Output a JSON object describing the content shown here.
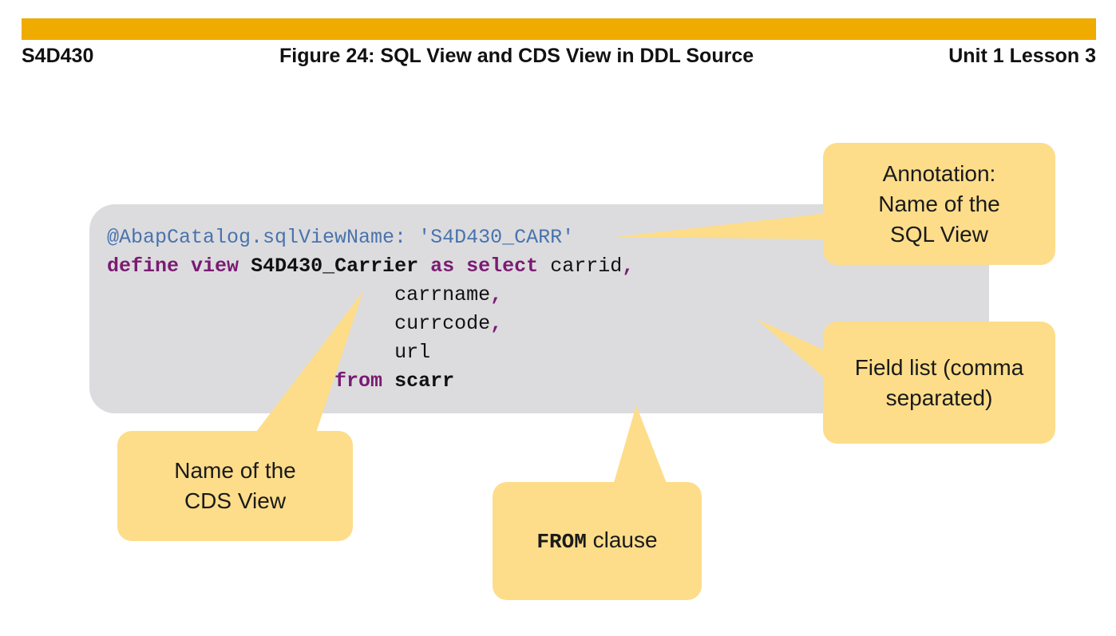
{
  "header": {
    "course": "S4D430",
    "figure_title": "Figure 24: SQL View and CDS View in DDL Source",
    "lesson": "Unit 1 Lesson 3"
  },
  "code": {
    "annotation": "@AbapCatalog.sqlViewName: 'S4D430_CARR'",
    "kw_define": "define",
    "kw_view": "view",
    "view_name": "S4D430_Carrier",
    "kw_as": "as",
    "kw_select": "select",
    "fields": [
      "carrid",
      "carrname",
      "currcode",
      "url"
    ],
    "comma": ",",
    "kw_from": "from",
    "table": "scarr"
  },
  "callouts": {
    "annotation": [
      "Annotation:",
      "Name of the",
      "SQL View"
    ],
    "field_list": [
      "Field list (comma",
      "separated)"
    ],
    "cds_name": [
      "Name of the",
      "CDS View"
    ],
    "from_keyword": "FROM",
    "from_rest": " clause"
  },
  "colors": {
    "accent_bar": "#f0ab00",
    "callout_fill": "#fddd8a",
    "code_panel": "#dcdcde",
    "keyword": "#7a1b72",
    "annotation_text": "#4a73ad"
  }
}
